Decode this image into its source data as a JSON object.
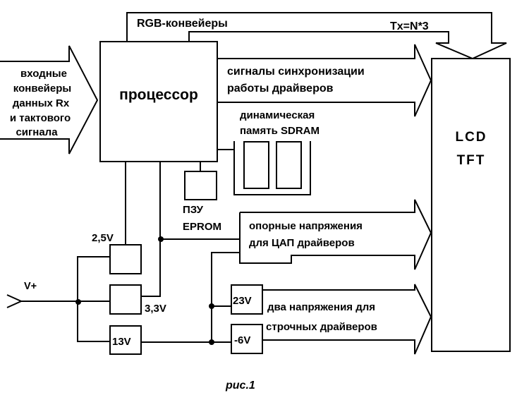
{
  "figure": {
    "caption": "рис.1",
    "labels": {
      "rgb_pipelines": "RGB-конвейеры",
      "tx_formula": "Tx=N*3",
      "processor": "процессор",
      "input_arrow": [
        "входные",
        "конвейеры",
        "данных Rx",
        "и тактового",
        "сигнала"
      ],
      "sync_arrow": [
        "сигналы синхронизации",
        "работы драйверов"
      ],
      "sdram": [
        "динамическая",
        "память SDRAM"
      ],
      "rom": [
        "ПЗУ",
        "EPROM"
      ],
      "lcd": [
        "LCD",
        "TFT"
      ],
      "ref_voltage_arrow": [
        "опорные напряжения",
        "для ЦАП драйверов"
      ],
      "row_driver_arrow": [
        "два напряжения для",
        "строчных драйверов"
      ],
      "vplus": "V+",
      "reg_2v5": "2,5V",
      "reg_3v3": "3,3V",
      "reg_13v": "13V",
      "reg_23v": "23V",
      "reg_neg6v": "-6V"
    }
  }
}
